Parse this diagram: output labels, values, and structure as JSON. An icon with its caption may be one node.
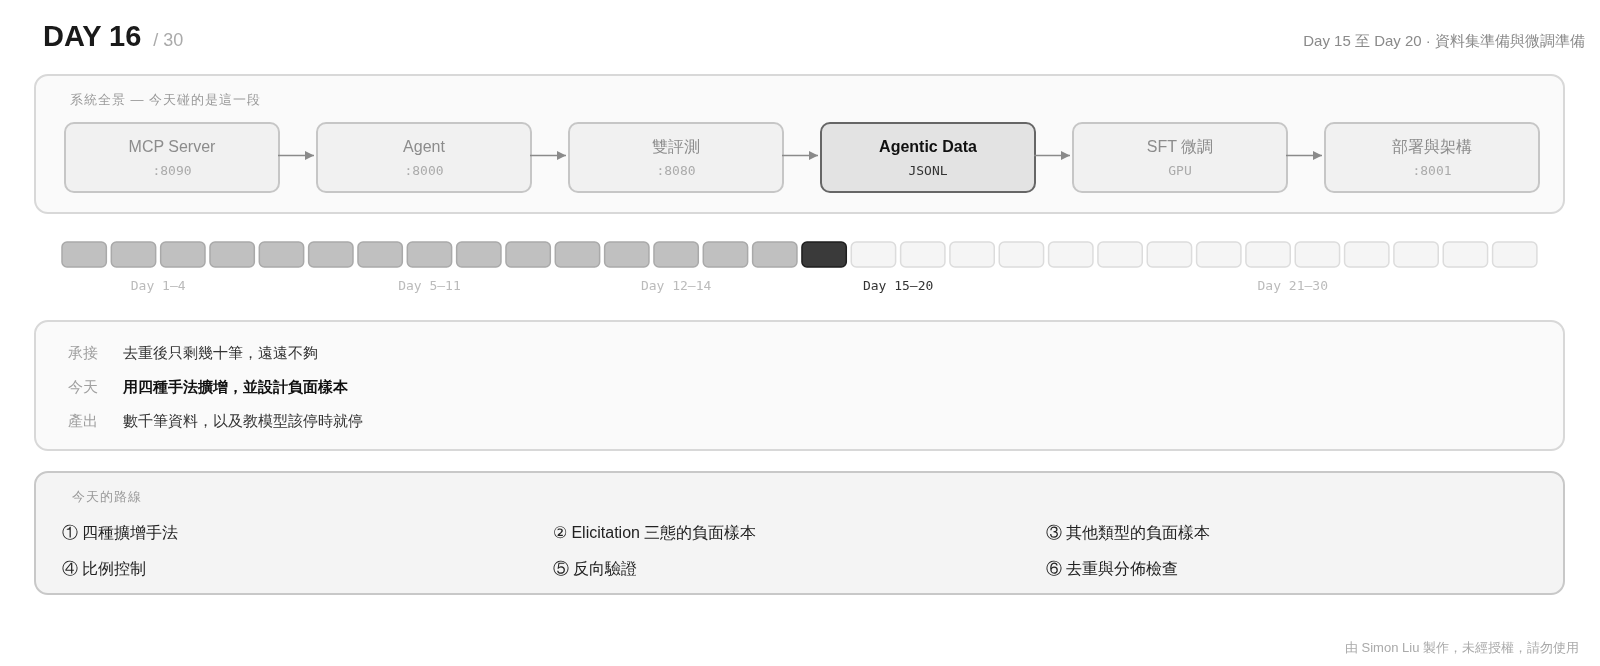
{
  "diagram": {
    "title": "DAY 16",
    "nodes": [
      {
        "text": [
          "系統全景 — 今天碰的是這一段"
        ]
      },
      {
        "text": [
          "MCP Server",
          ":8090"
        ],
        "in": 0
      },
      {
        "text": [
          "Agent",
          ":8000"
        ],
        "in": 0
      },
      {
        "text": [
          "雙評測",
          ":8080"
        ],
        "in": 0
      },
      {
        "text": [
          "Agentic Data",
          "JSONL"
        ],
        "in": 0
      },
      {
        "text": [
          "SFT 微調",
          "GPU"
        ],
        "in": 0
      },
      {
        "text": [
          "部署與架構",
          ":8001"
        ],
        "in": 0
      },
      {
        "text": [
          "承接",
          "去重後只剩幾十筆，遠遠不夠",
          "今天",
          "用四種手法擴增，並設計負面樣本",
          "產出",
          "數千筆資料，以及教模型該停時就停"
        ]
      },
      {
        "text": [
          "今天的路線",
          "① 四種擴增手法",
          "② Elicitation 三態的負面樣本",
          "③ 其他類型的負面樣本",
          "④ 比例控制",
          "⑤ 反向驗證",
          "⑥ 去重與分佈檢查"
        ]
      }
    ],
    "edges": [
      {
        "from": 1,
        "to": 2,
        "arrow": "to"
      },
      {
        "from": 2,
        "to": 3,
        "arrow": "to"
      },
      {
        "from": 3,
        "to": 4,
        "arrow": "to"
      },
      {
        "from": 4,
        "to": 5,
        "arrow": "to"
      },
      {
        "from": 5,
        "to": 6,
        "arrow": "to"
      }
    ],
    "labels": [
      "/ 30",
      "Day 15 至 Day 20 · 資料集準備與微調準備",
      "Day 1–4",
      "Day 5–11",
      "Day 12–14",
      "Day 15–20",
      "Day 21–30",
      "由 Simon Liu 製作，未經授權，請勿使用"
    ]
  }
}
